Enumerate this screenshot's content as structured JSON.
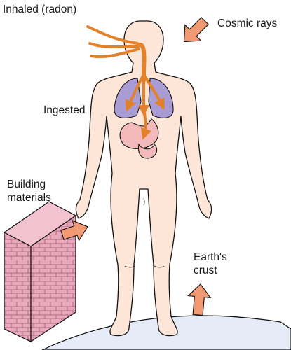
{
  "labels": {
    "inhaled": "Inhaled (radon)",
    "cosmic": "Cosmic rays",
    "ingested": "Ingested",
    "building_line1": "Building",
    "building_line2": "materials",
    "earth_line1": "Earth's",
    "earth_line2": "crust"
  },
  "colors": {
    "skin": "#fde6d8",
    "outline": "#111111",
    "lungs": "#a99bd3",
    "stomach": "#f4b9ba",
    "arrow": "#f19a73",
    "pathway": "#e3812a",
    "brick": "#e9a8bb",
    "earth": "#e6ecf7"
  },
  "icons": [
    "cosmic-ray-arrow-icon",
    "building-arrow-icon",
    "earth-arrow-icon",
    "brick-column-icon"
  ]
}
